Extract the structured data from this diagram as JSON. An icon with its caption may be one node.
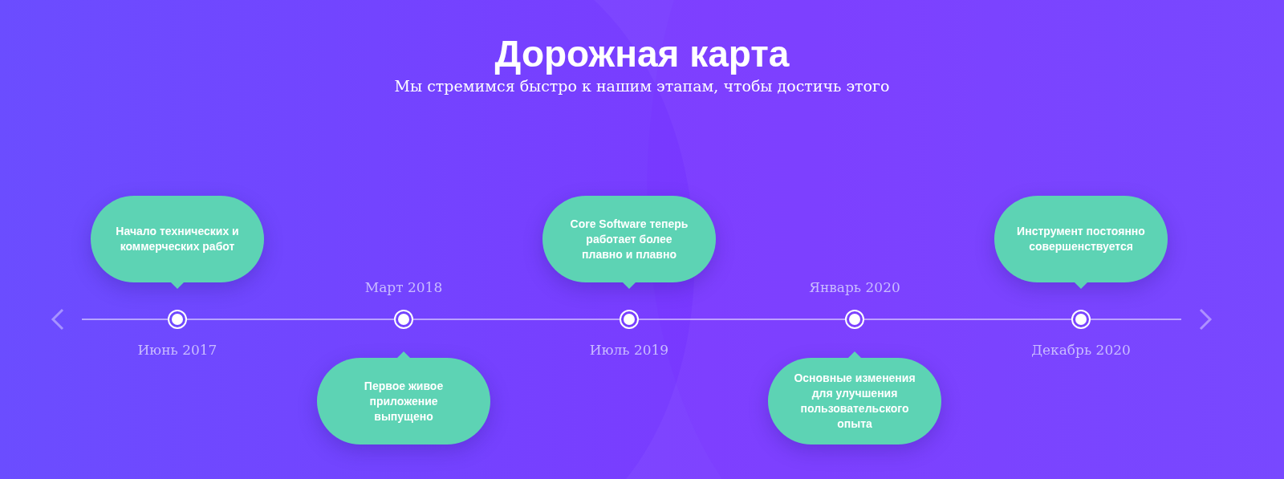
{
  "diagram": {
    "title": "Дорожная карта",
    "caption": "Мы стремимся быстро к нашим этапам, чтобы достичь этого",
    "nodes": [
      {
        "text": [],
        "shape": "circle",
        "beside": [
          "Июнь 2017"
        ]
      },
      {
        "text": [],
        "shape": "circle",
        "beside": [
          "Март 2018"
        ]
      },
      {
        "text": [],
        "shape": "circle",
        "beside": [
          "Июль 2019"
        ]
      },
      {
        "text": [],
        "shape": "circle",
        "beside": [
          "Январь 2020"
        ]
      },
      {
        "text": [],
        "shape": "circle",
        "beside": [
          "Декабрь 2020"
        ]
      },
      {
        "text": [
          "Начало технических и коммерческих работ"
        ]
      },
      {
        "text": [
          "Первое живое приложение выпущено"
        ]
      },
      {
        "text": [
          "Core Software теперь работает более плавно и плавно"
        ]
      },
      {
        "text": [
          "Основные изменения для улучшения пользовательского опыта"
        ]
      },
      {
        "text": [
          "Инструмент постоянно совершенствуется"
        ]
      }
    ],
    "edges": [
      {
        "from": 0,
        "to": 1,
        "arrow": "none"
      },
      {
        "from": 1,
        "to": 2,
        "arrow": "none"
      },
      {
        "from": 2,
        "to": 3,
        "arrow": "none"
      },
      {
        "from": 3,
        "to": 4,
        "arrow": "none"
      }
    ]
  }
}
